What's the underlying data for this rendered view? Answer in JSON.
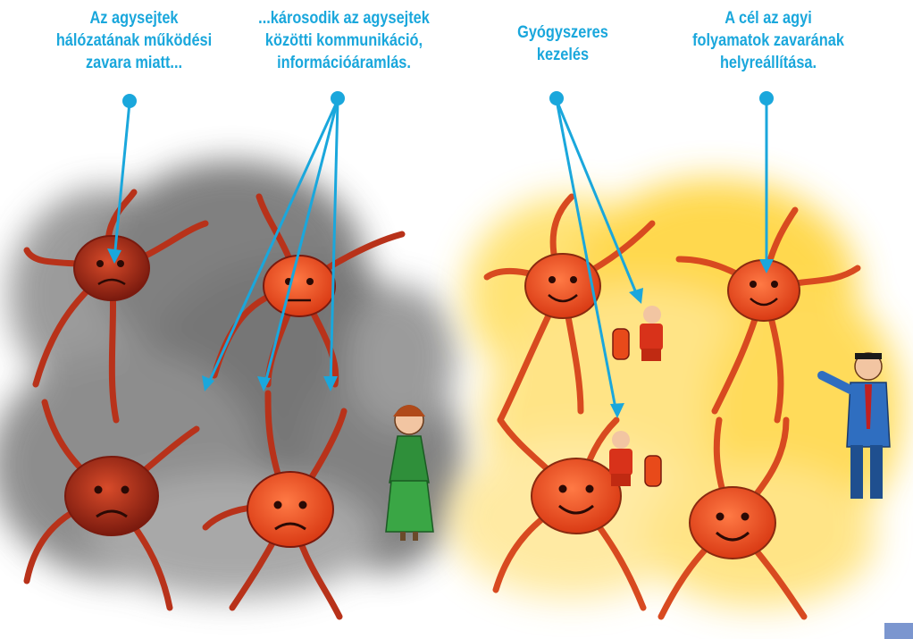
{
  "left_panel": {
    "label_network": [
      "Az agysejtek",
      "hálózatának működési",
      "zavara miatt..."
    ],
    "label_communication": [
      "...károsodik az agysejtek",
      "közötti kommunikáció,",
      "információáramlás."
    ]
  },
  "right_panel": {
    "label_treatment": [
      "Gyógyszeres",
      "kezelés"
    ],
    "label_goal": [
      "A cél az agyi",
      "folyamatok zavarának",
      "helyreállítása."
    ]
  },
  "colors": {
    "annotation_blue": "#1aa7dc",
    "neuron_red": "#e64a22",
    "neuron_outline": "#7a1a0e",
    "smoke_gray": "#6f6f6f",
    "glow_yellow": "#ffd93a",
    "corner_square": "#7b96cf"
  }
}
